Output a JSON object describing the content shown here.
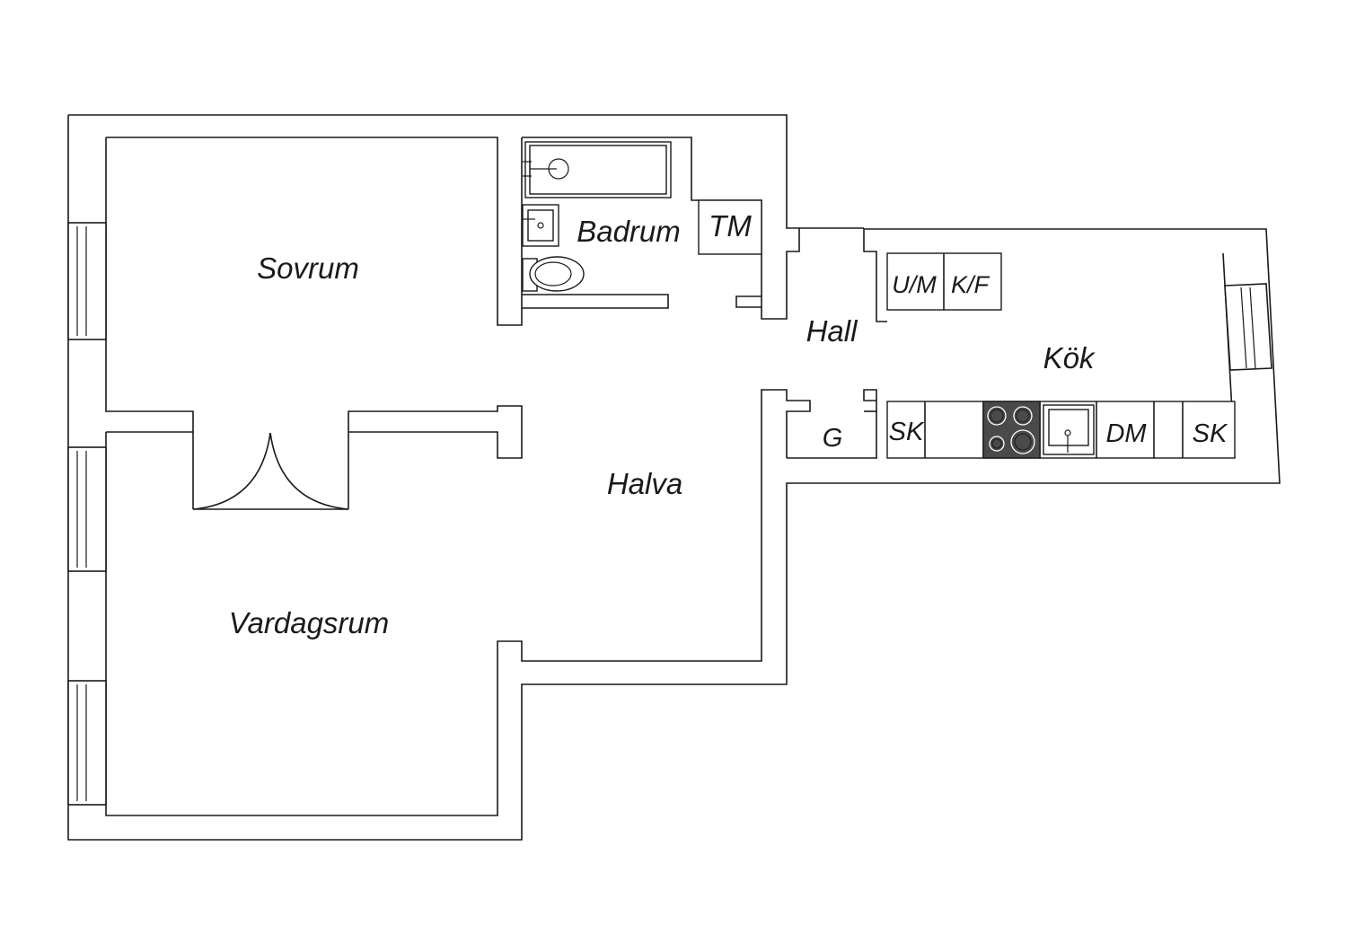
{
  "rooms": {
    "sovrum": "Sovrum",
    "vardagsrum": "Vardagsrum",
    "halva": "Halva",
    "badrum": "Badrum",
    "hall": "Hall",
    "kok": "Kök"
  },
  "fixtures": {
    "tm": "TM",
    "um": "U/M",
    "kf": "K/F",
    "g": "G",
    "sk_left": "SK",
    "dm": "DM",
    "sk_right": "SK"
  },
  "colors": {
    "line": "#1a1a1a",
    "background": "#ffffff",
    "stove": "#4a4a4a"
  }
}
